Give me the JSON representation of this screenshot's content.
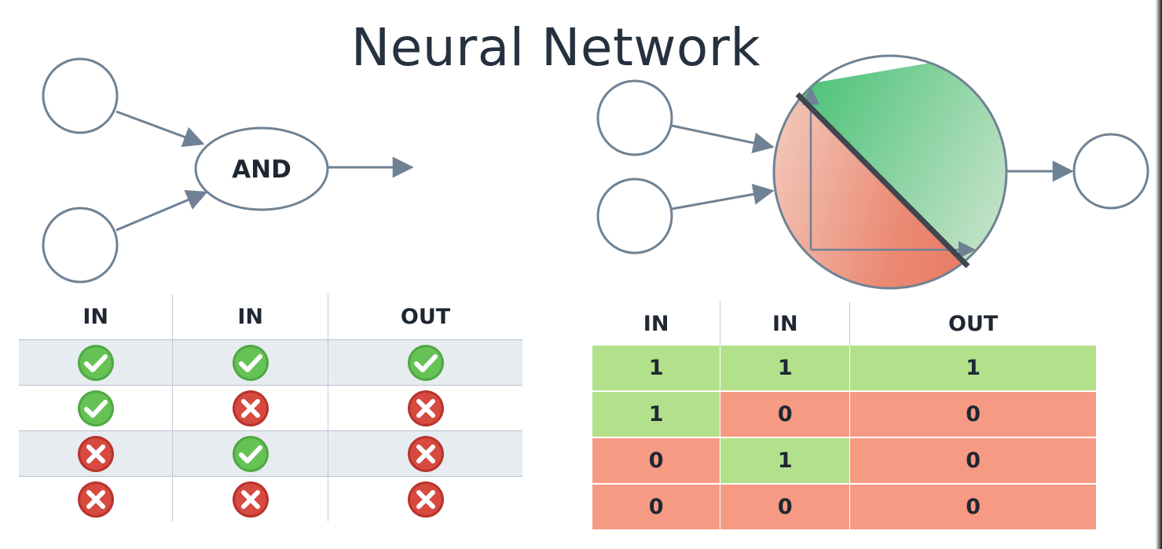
{
  "title": "Neural Network",
  "and_gate": {
    "label": "AND"
  },
  "left_table": {
    "headers": [
      "IN",
      "IN",
      "OUT"
    ],
    "rows": [
      [
        "check",
        "check",
        "check"
      ],
      [
        "check",
        "cross",
        "cross"
      ],
      [
        "cross",
        "check",
        "cross"
      ],
      [
        "cross",
        "cross",
        "cross"
      ]
    ]
  },
  "right_table": {
    "headers": [
      "IN",
      "IN",
      "OUT"
    ],
    "rows": [
      [
        "1",
        "1",
        "1"
      ],
      [
        "1",
        "0",
        "0"
      ],
      [
        "0",
        "1",
        "0"
      ],
      [
        "0",
        "0",
        "0"
      ]
    ]
  },
  "colors": {
    "node_stroke": "#6f8294",
    "check_green": "#5ab94b",
    "cross_red": "#d0473f",
    "true_cell": "#b3e08a",
    "false_cell": "#f79a83",
    "region_green": "#4cc37a",
    "region_red": "#eb8a74"
  },
  "icons": {
    "true_mark": "check-circle-icon",
    "false_mark": "cross-circle-icon"
  }
}
